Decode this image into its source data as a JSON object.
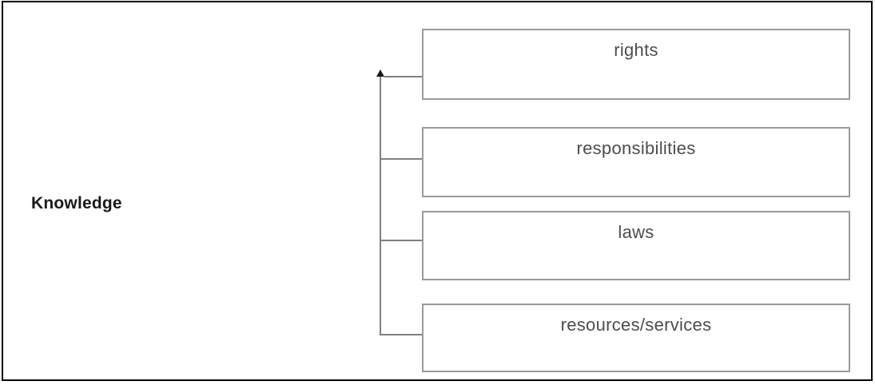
{
  "diagram": {
    "root_label": "Knowledge",
    "boxes": [
      {
        "id": "rights",
        "label": "rights"
      },
      {
        "id": "responsibilities",
        "label": "responsibilities"
      },
      {
        "id": "laws",
        "label": "laws"
      },
      {
        "id": "resources-services",
        "label": "resources/services"
      }
    ],
    "connector": {
      "style": "vertical-trunk-with-branches",
      "arrow_direction": "up"
    }
  },
  "colors": {
    "background": "#ffffff",
    "frame_border": "#000000",
    "box_border": "#9a9a9a",
    "connector_line": "#808080",
    "arrowhead": "#1a1a1a",
    "box_label_text": "#4d4d4d",
    "root_label_text": "#1a1a1a"
  }
}
